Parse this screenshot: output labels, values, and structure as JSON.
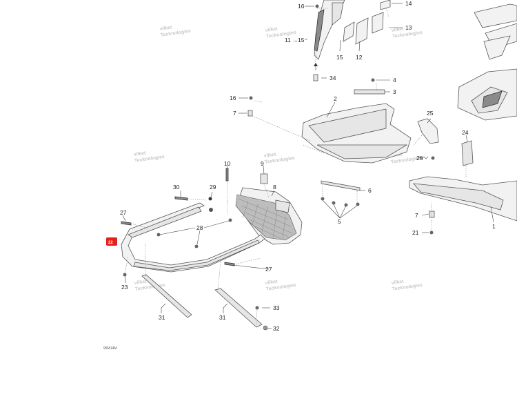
{
  "callouts": [
    {
      "id": "c16a",
      "text": "16"
    },
    {
      "id": "c14",
      "text": "14"
    },
    {
      "id": "c13",
      "text": "13"
    },
    {
      "id": "c11",
      "text": "11"
    },
    {
      "id": "c15a",
      "text": "15"
    },
    {
      "id": "c15b",
      "text": "15"
    },
    {
      "id": "c12",
      "text": "12"
    },
    {
      "id": "c34",
      "text": "34"
    },
    {
      "id": "c4",
      "text": "4"
    },
    {
      "id": "c3",
      "text": "3"
    },
    {
      "id": "c16b",
      "text": "16"
    },
    {
      "id": "c2",
      "text": "2"
    },
    {
      "id": "c7a",
      "text": "7"
    },
    {
      "id": "c25",
      "text": "25"
    },
    {
      "id": "c24",
      "text": "24"
    },
    {
      "id": "c26",
      "text": "26"
    },
    {
      "id": "c10",
      "text": "10"
    },
    {
      "id": "c9",
      "text": "9"
    },
    {
      "id": "c30",
      "text": "30"
    },
    {
      "id": "c29",
      "text": "29"
    },
    {
      "id": "c8",
      "text": "8"
    },
    {
      "id": "c6",
      "text": "6"
    },
    {
      "id": "c27a",
      "text": "27"
    },
    {
      "id": "c28",
      "text": "28"
    },
    {
      "id": "c5",
      "text": "5"
    },
    {
      "id": "c7b",
      "text": "7"
    },
    {
      "id": "c1",
      "text": "1"
    },
    {
      "id": "c21",
      "text": "21"
    },
    {
      "id": "c27b",
      "text": "27"
    },
    {
      "id": "c23",
      "text": "23"
    },
    {
      "id": "c33",
      "text": "33"
    },
    {
      "id": "c31a",
      "text": "31"
    },
    {
      "id": "c31b",
      "text": "31"
    },
    {
      "id": "c32",
      "text": "32"
    }
  ],
  "hotspot_badge": "22",
  "figure_code": "95M14M",
  "watermark": {
    "line1": "vilket",
    "line2": "Tecknologies"
  }
}
